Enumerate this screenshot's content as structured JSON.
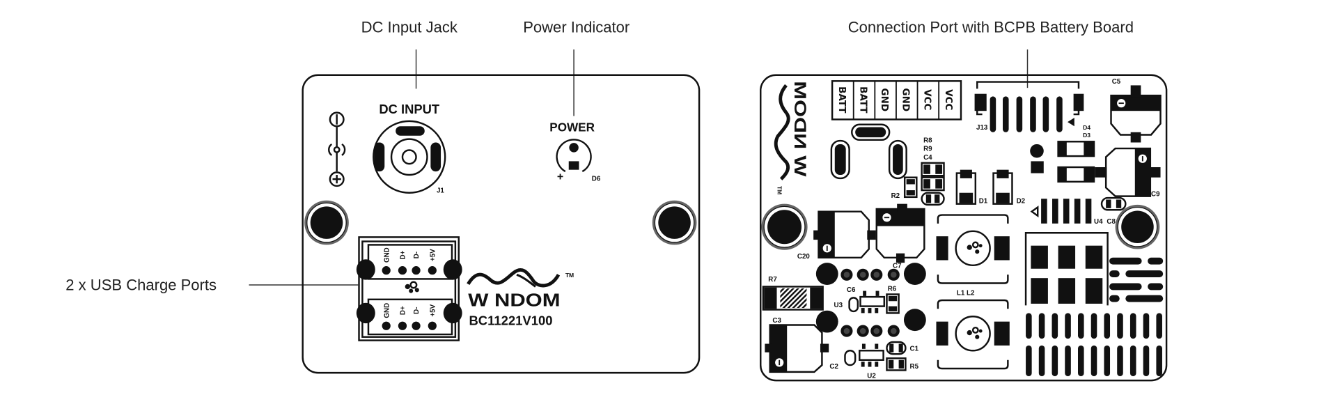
{
  "annotations": {
    "dc_input_jack": "DC Input Jack",
    "power_indicator": "Power Indicator",
    "connection_port": "Connection Port with BCPB Battery Board",
    "usb_ports": "2 x USB Charge Ports"
  },
  "front_board": {
    "dc_input_label": "DC INPUT",
    "jack_ref": "J1",
    "power_label": "POWER",
    "led_plus": "+",
    "led_ref": "D6",
    "usb_pins": [
      "GND",
      "D+",
      "D-",
      "+5V"
    ],
    "logo": "W NDOM",
    "trademark": "TM",
    "model": "BC11221V100"
  },
  "back_board": {
    "terminal_labels": [
      "BATT",
      "BATT",
      "GND",
      "GND",
      "VCC",
      "VCC"
    ],
    "logo": "W NDOM",
    "trademark": "TM",
    "refs": {
      "j13": "J13",
      "c5": "C5",
      "d4": "D4",
      "d3": "D3",
      "c9": "C9",
      "r8": "R8",
      "r9": "R9",
      "c4": "C4",
      "r2": "R2",
      "d1": "D1",
      "d2": "D2",
      "u4": "U4",
      "c8": "C8",
      "c20": "C20",
      "c7": "C7",
      "l1l2": "L1 L2",
      "r7": "R7",
      "c6": "C6",
      "r6": "R6",
      "u3": "U3",
      "c3": "C3",
      "c1": "C1",
      "r5": "R5",
      "c2": "C2",
      "u2": "U2"
    }
  }
}
